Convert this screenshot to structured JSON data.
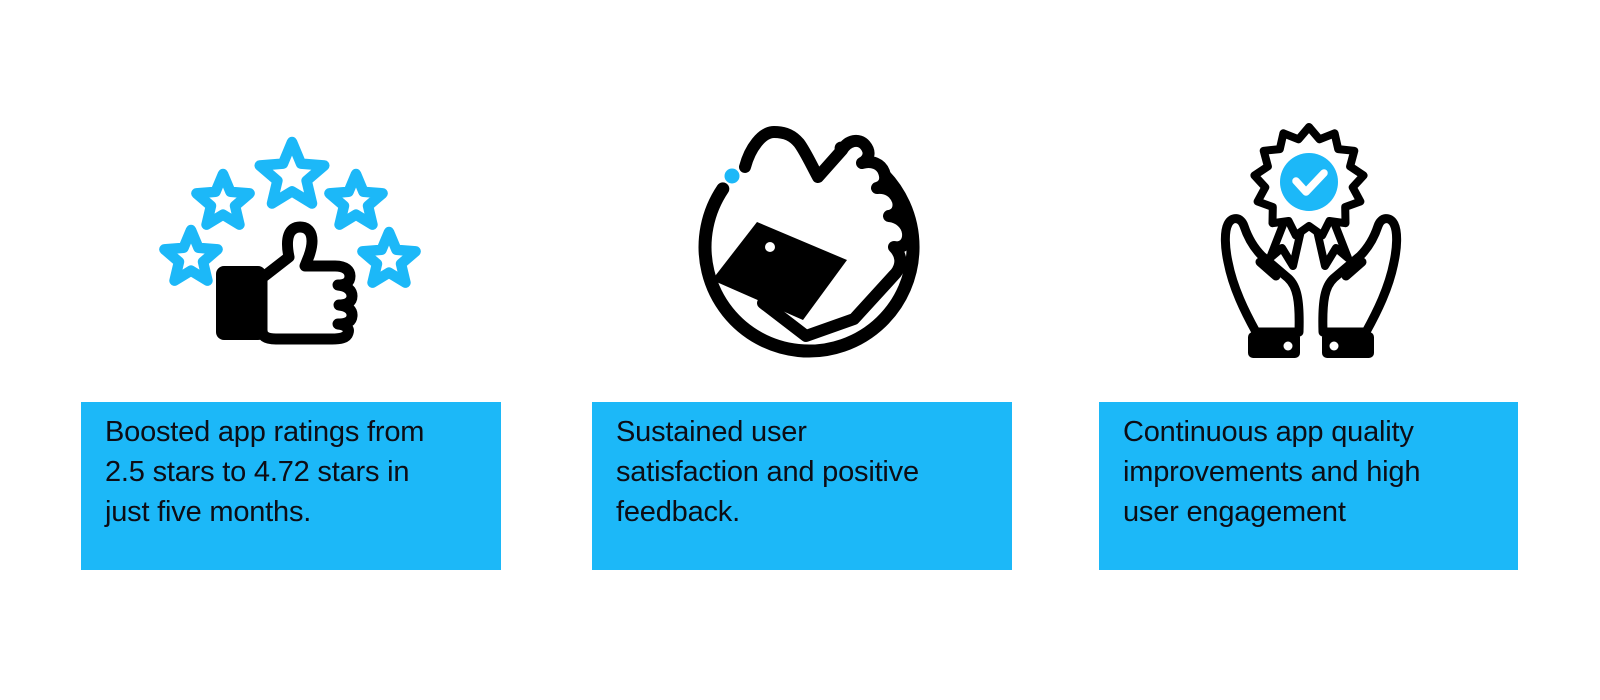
{
  "colors": {
    "accent": "#1CB8F8",
    "ink": "#000000",
    "text": "#0D0D15",
    "background": "#FFFFFF"
  },
  "cards": [
    {
      "icon": "five-stars-thumbs-up",
      "caption": "Boosted app ratings from\n2.5 stars to 4.72 stars in\njust five months."
    },
    {
      "icon": "thumbs-up-in-circle",
      "caption": "Sustained user\nsatisfaction and positive\nfeedback."
    },
    {
      "icon": "hands-holding-award-badge",
      "caption": "Continuous app quality\nimprovements and high\nuser engagement"
    }
  ]
}
